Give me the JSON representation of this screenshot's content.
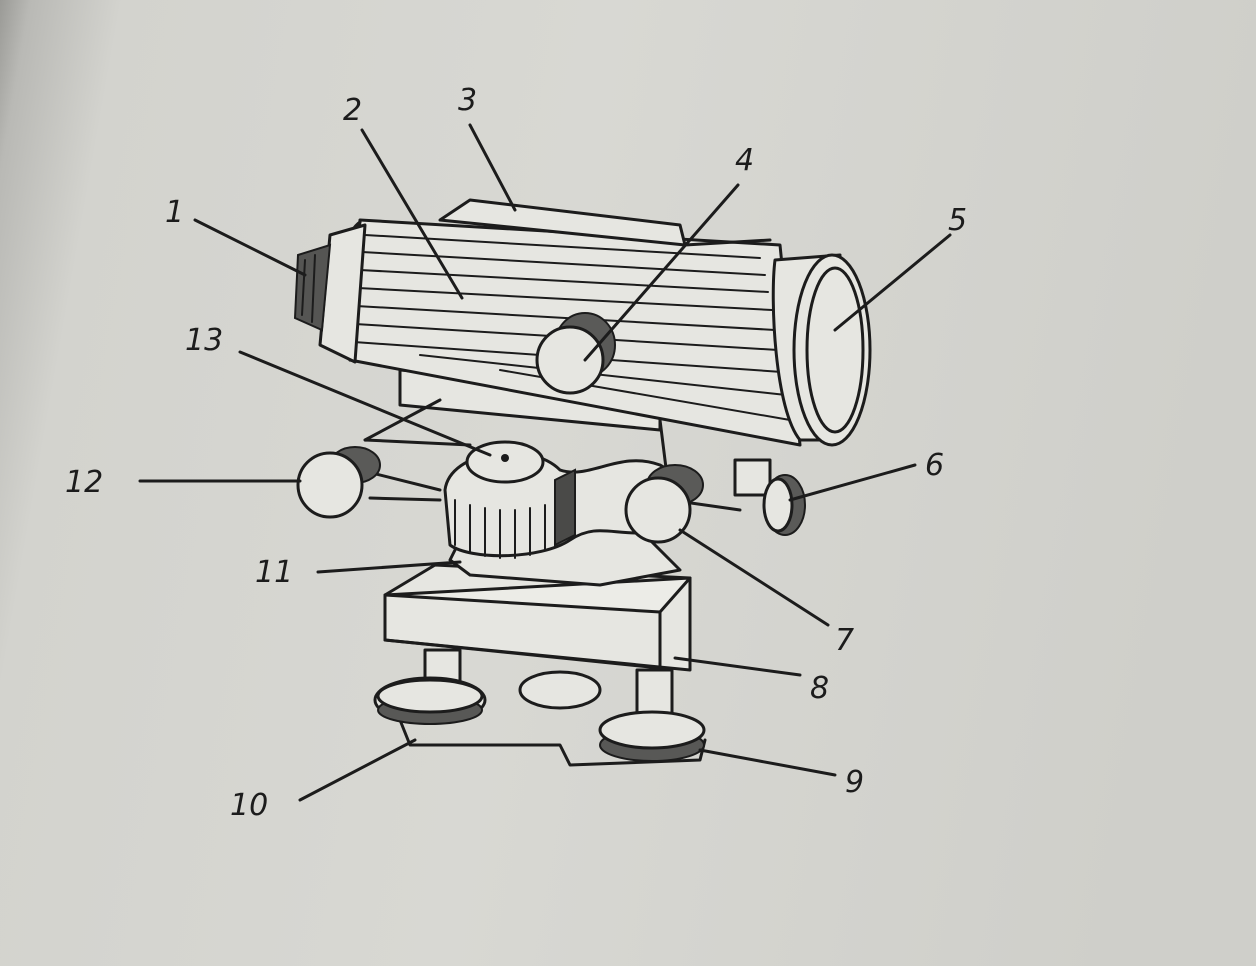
{
  "callouts": {
    "c1": "1",
    "c2": "2",
    "c3": "3",
    "c4": "4",
    "c5": "5",
    "c6": "6",
    "c7": "7",
    "c8": "8",
    "c9": "9",
    "c10": "10",
    "c11": "11",
    "c12": "12",
    "c13": "13"
  },
  "colors": {
    "paper": "#d6d6d1",
    "ink": "#1c1c1c"
  }
}
